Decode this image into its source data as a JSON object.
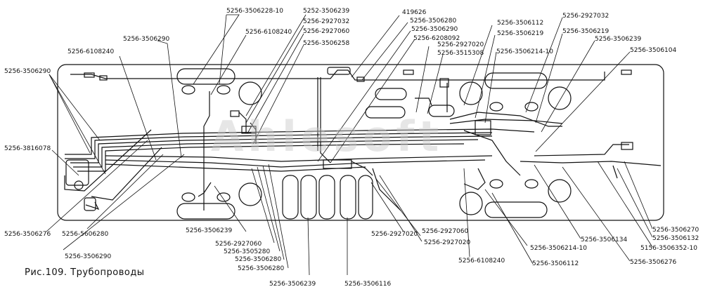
{
  "caption": "Рис.109. Трубопроводы",
  "watermark": "Ahlesoft",
  "labels": [
    "5256-3506228-10",
    "5252-3506239",
    "419626",
    "5256-3506280",
    "5256-3506112",
    "5256-2927032",
    "5256-6108240",
    "5256-2927032",
    "5256-3506290",
    "5256-6208092",
    "5256-3506219",
    "5256-3506219",
    "5256-3506290",
    "5256-2927060",
    "5256-2927020",
    "5256-3506239",
    "5256-6108240",
    "5256-3506258",
    "5256-3515308",
    "5256-3506214-10",
    "5256-3506104",
    "5256-3506290",
    "5256-3816078",
    "5256-3506276",
    "5256-5606280",
    "5256-3506290",
    "5256-3506239",
    "5256-2927060",
    "5256-3505280",
    "5256-3506280",
    "5256-3506280",
    "5256-3506239",
    "5256-3506116",
    "5256-2927020",
    "5256-2927060",
    "5256-2927020",
    "5256-6108240",
    "5256-3506214-10",
    "5256-3506112",
    "5256-3506134",
    "5256-3506270",
    "5256-3506132",
    "5156-3506352-10",
    "5256-3506276"
  ]
}
